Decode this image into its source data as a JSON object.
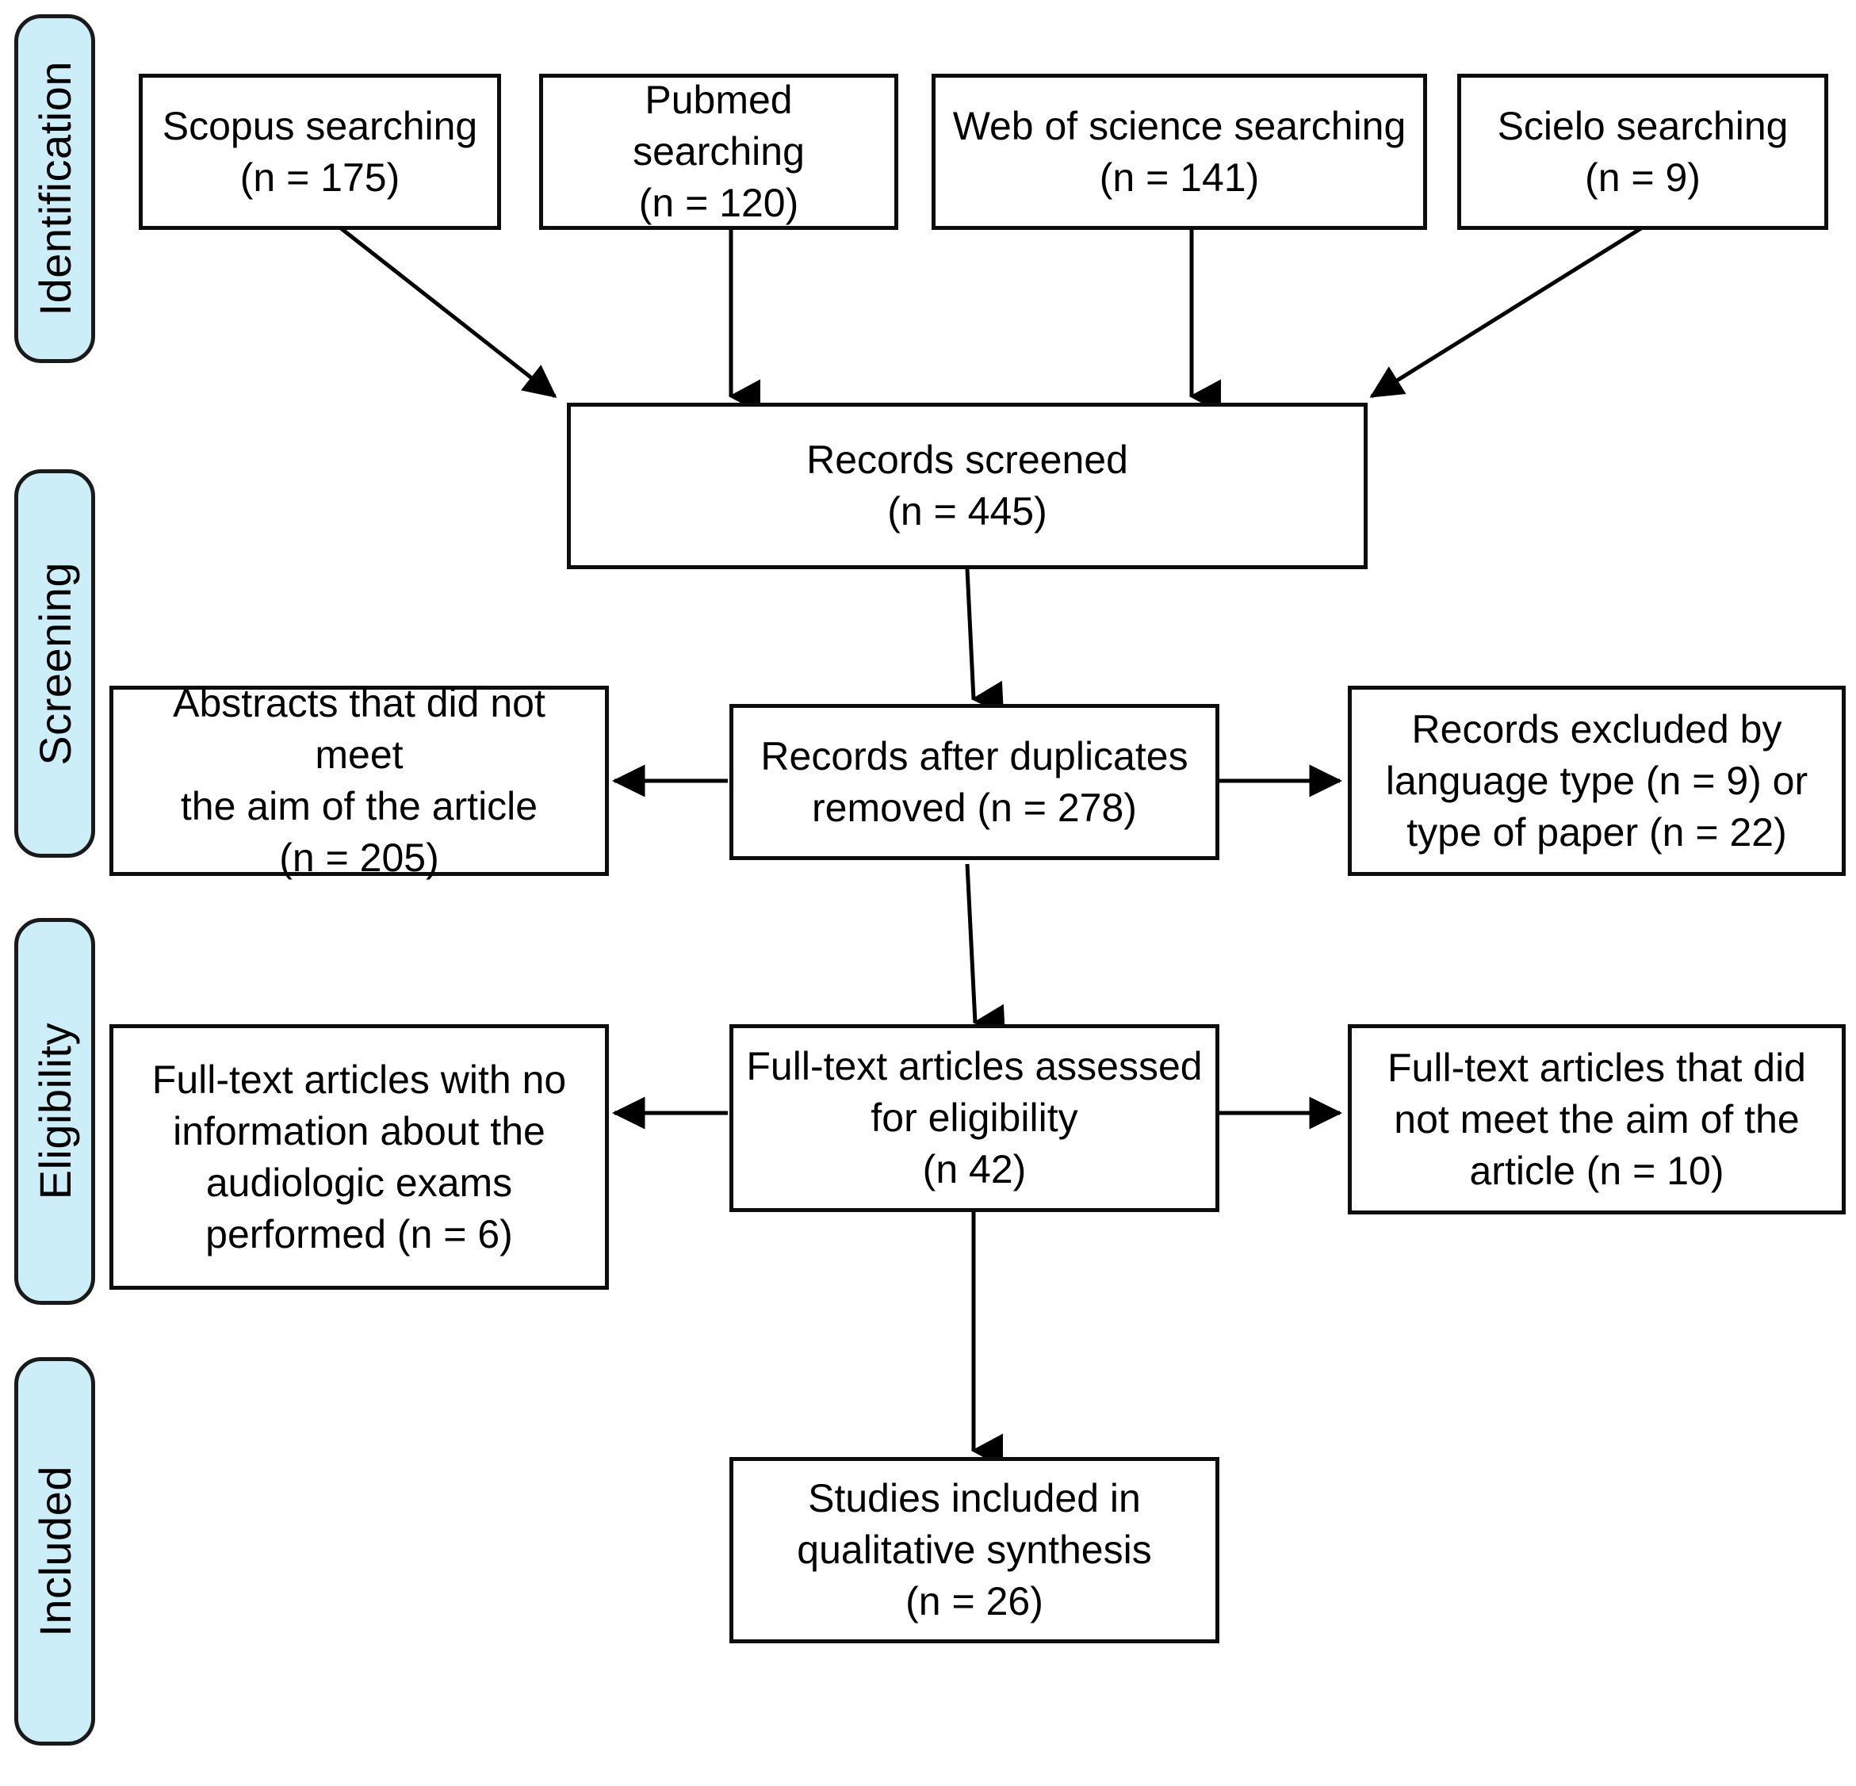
{
  "figure": {
    "type": "prisma-flow-diagram",
    "background": "#ffffff",
    "stage_fill": "#CCEEF8",
    "border_color": "#0d0d0d"
  },
  "stages": [
    {
      "id": "identification",
      "label": "Identification"
    },
    {
      "id": "screening",
      "label": "Screening"
    },
    {
      "id": "eligibility",
      "label": "Eligibility"
    },
    {
      "id": "included",
      "label": "Included"
    }
  ],
  "nodes": {
    "scopus": {
      "label": "Scopus searching\n(n = 175)",
      "count": 175,
      "source": "Scopus"
    },
    "pubmed": {
      "label": "Pubmed searching\n(n = 120)",
      "count": 120,
      "source": "Pubmed"
    },
    "wos": {
      "label": "Web of science searching\n(n = 141)",
      "count": 141,
      "source": "Web of science"
    },
    "scielo": {
      "label": "Scielo searching\n(n = 9)",
      "count": 9,
      "source": "Scielo"
    },
    "records_screened": {
      "label": "Records screened\n(n = 445)",
      "count": 445
    },
    "abstracts_excluded": {
      "label": "Abstracts that did not meet\nthe aim of the article\n(n = 205)",
      "count": 205
    },
    "records_after_duplicates": {
      "label": "Records after duplicates\nremoved (n = 278)",
      "count": 278
    },
    "records_excluded_language": {
      "label": "Records excluded by\nlanguage type (n = 9) or\ntype of paper (n = 22)",
      "count_language": 9,
      "count_paper": 22
    },
    "fulltext_no_info": {
      "label": "Full-text articles with no\ninformation about the\naudiologic exams\nperformed (n = 6)",
      "count": 6
    },
    "fulltext_assessed": {
      "label": "Full-text articles assessed\nfor eligibility\n(n 42)",
      "count": 42
    },
    "fulltext_not_aim": {
      "label": "Full-text articles that did\nnot meet the aim of the\narticle (n = 10)",
      "count": 10
    },
    "studies_included": {
      "label": "Studies included in\nqualitative synthesis\n(n = 26)",
      "count": 26
    }
  },
  "edges": [
    {
      "from": "scopus",
      "to": "records_screened",
      "kind": "diagonal"
    },
    {
      "from": "pubmed",
      "to": "records_screened",
      "kind": "vertical"
    },
    {
      "from": "wos",
      "to": "records_screened",
      "kind": "vertical"
    },
    {
      "from": "scielo",
      "to": "records_screened",
      "kind": "diagonal"
    },
    {
      "from": "records_screened",
      "to": "records_after_duplicates",
      "kind": "vertical"
    },
    {
      "from": "records_after_duplicates",
      "to": "abstracts_excluded",
      "kind": "horizontal-left"
    },
    {
      "from": "records_after_duplicates",
      "to": "records_excluded_language",
      "kind": "horizontal-right"
    },
    {
      "from": "records_after_duplicates",
      "to": "fulltext_assessed",
      "kind": "vertical"
    },
    {
      "from": "fulltext_assessed",
      "to": "fulltext_no_info",
      "kind": "horizontal-left"
    },
    {
      "from": "fulltext_assessed",
      "to": "fulltext_not_aim",
      "kind": "horizontal-right"
    },
    {
      "from": "fulltext_assessed",
      "to": "studies_included",
      "kind": "vertical"
    }
  ]
}
